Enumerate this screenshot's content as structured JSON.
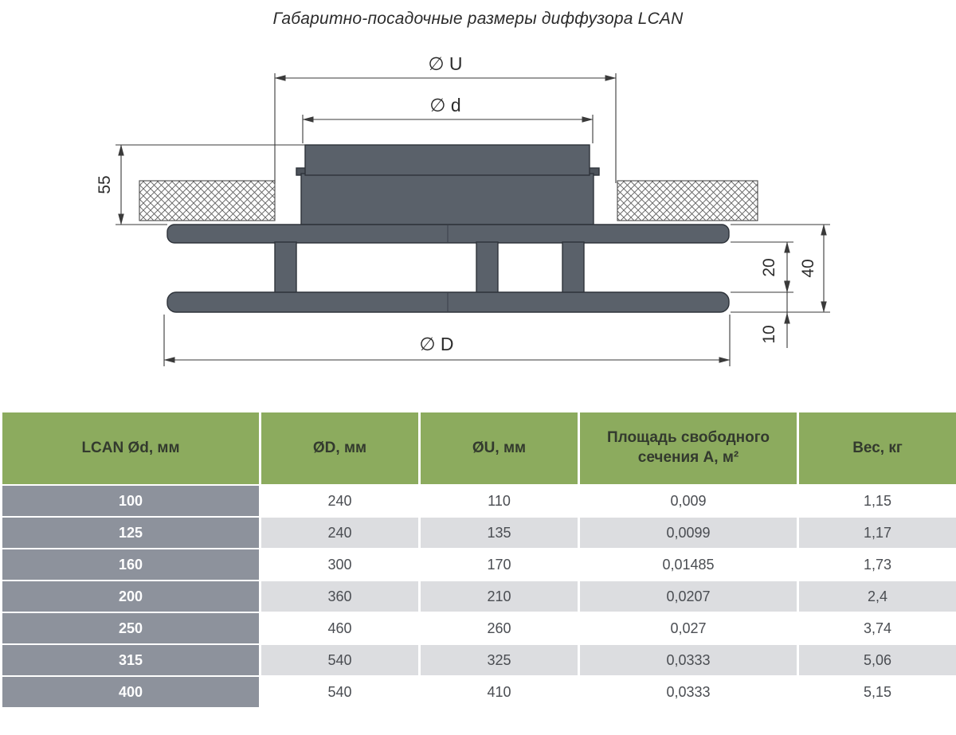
{
  "page": {
    "title": "Габаритно-посадочные размеры диффузора LCAN"
  },
  "drawing": {
    "dim_u": "∅ U",
    "dim_d": "∅ d",
    "dim_big_d": "∅ D",
    "dim_55": "55",
    "dim_20": "20",
    "dim_40": "40",
    "dim_10": "10"
  },
  "table": {
    "headers": [
      "LCAN Ød, мм",
      "ØD, мм",
      "ØU, мм",
      "Площадь свободного сечения А, м²",
      "Вес, кг"
    ],
    "rows": [
      [
        "100",
        "240",
        "110",
        "0,009",
        "1,15"
      ],
      [
        "125",
        "240",
        "135",
        "0,0099",
        "1,17"
      ],
      [
        "160",
        "300",
        "170",
        "0,01485",
        "1,73"
      ],
      [
        "200",
        "360",
        "210",
        "0,0207",
        "2,4"
      ],
      [
        "250",
        "460",
        "260",
        "0,027",
        "3,74"
      ],
      [
        "315",
        "540",
        "325",
        "0,0333",
        "5,06"
      ],
      [
        "400",
        "540",
        "410",
        "0,0333",
        "5,15"
      ]
    ]
  },
  "colors": {
    "header_green": "#8cab5e",
    "first_col_gray": "#8d929c",
    "row_alt_gray": "#dcdde0",
    "diffuser_body": "#5a616a"
  }
}
